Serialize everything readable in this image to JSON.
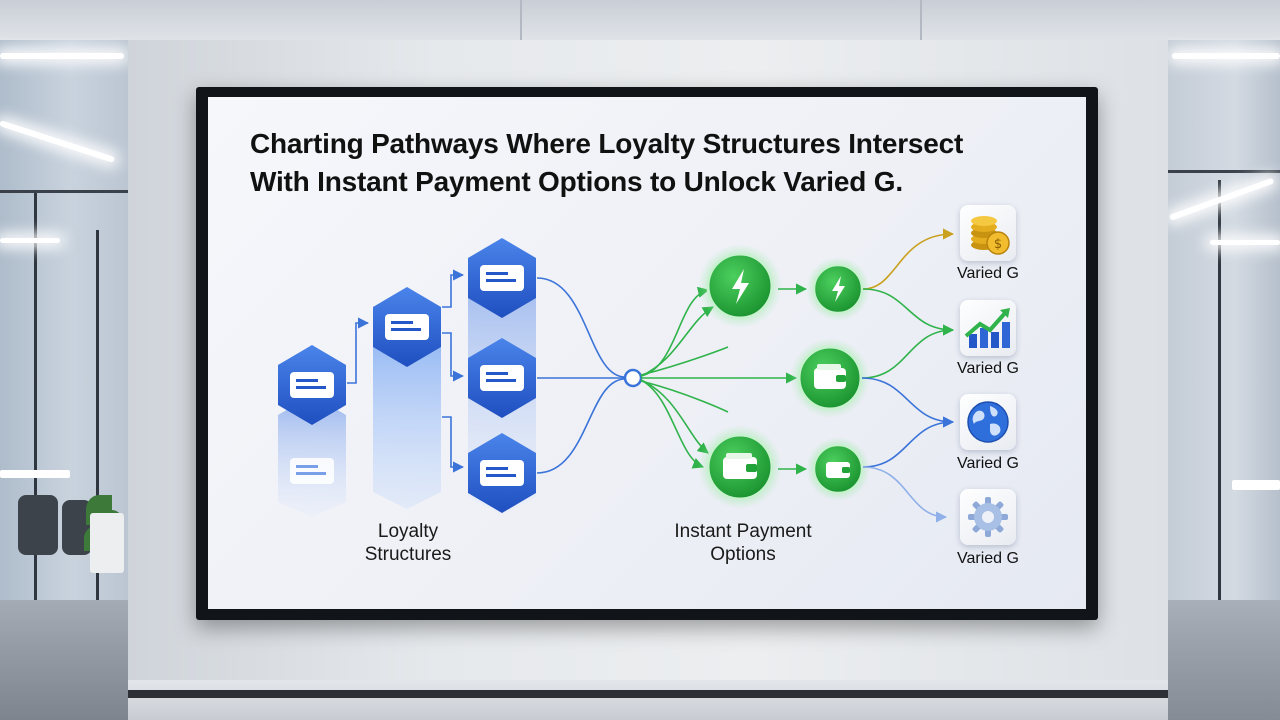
{
  "title_lines": [
    "Charting Pathways Where Loyalty Structures Intersect",
    "With Instant Payment Options to Unlock Varied G."
  ],
  "labels": {
    "loyalty": [
      "Loyalty",
      "Structures"
    ],
    "payment": [
      "Instant Payment",
      "Options"
    ]
  },
  "outcomes": [
    {
      "label": "Varied G",
      "icon": "gold-coins-icon"
    },
    {
      "label": "Varied G",
      "icon": "growth-chart-icon"
    },
    {
      "label": "Varied G",
      "icon": "globe-icon"
    },
    {
      "label": "Varied G",
      "icon": "gear-icon"
    }
  ],
  "colors": {
    "loyalty_blue": "#2457c8",
    "payment_green": "#22a33a",
    "connector_blue": "#3b74d9",
    "connector_green": "#2fb34a",
    "connector_gold": "#c9a11f"
  }
}
